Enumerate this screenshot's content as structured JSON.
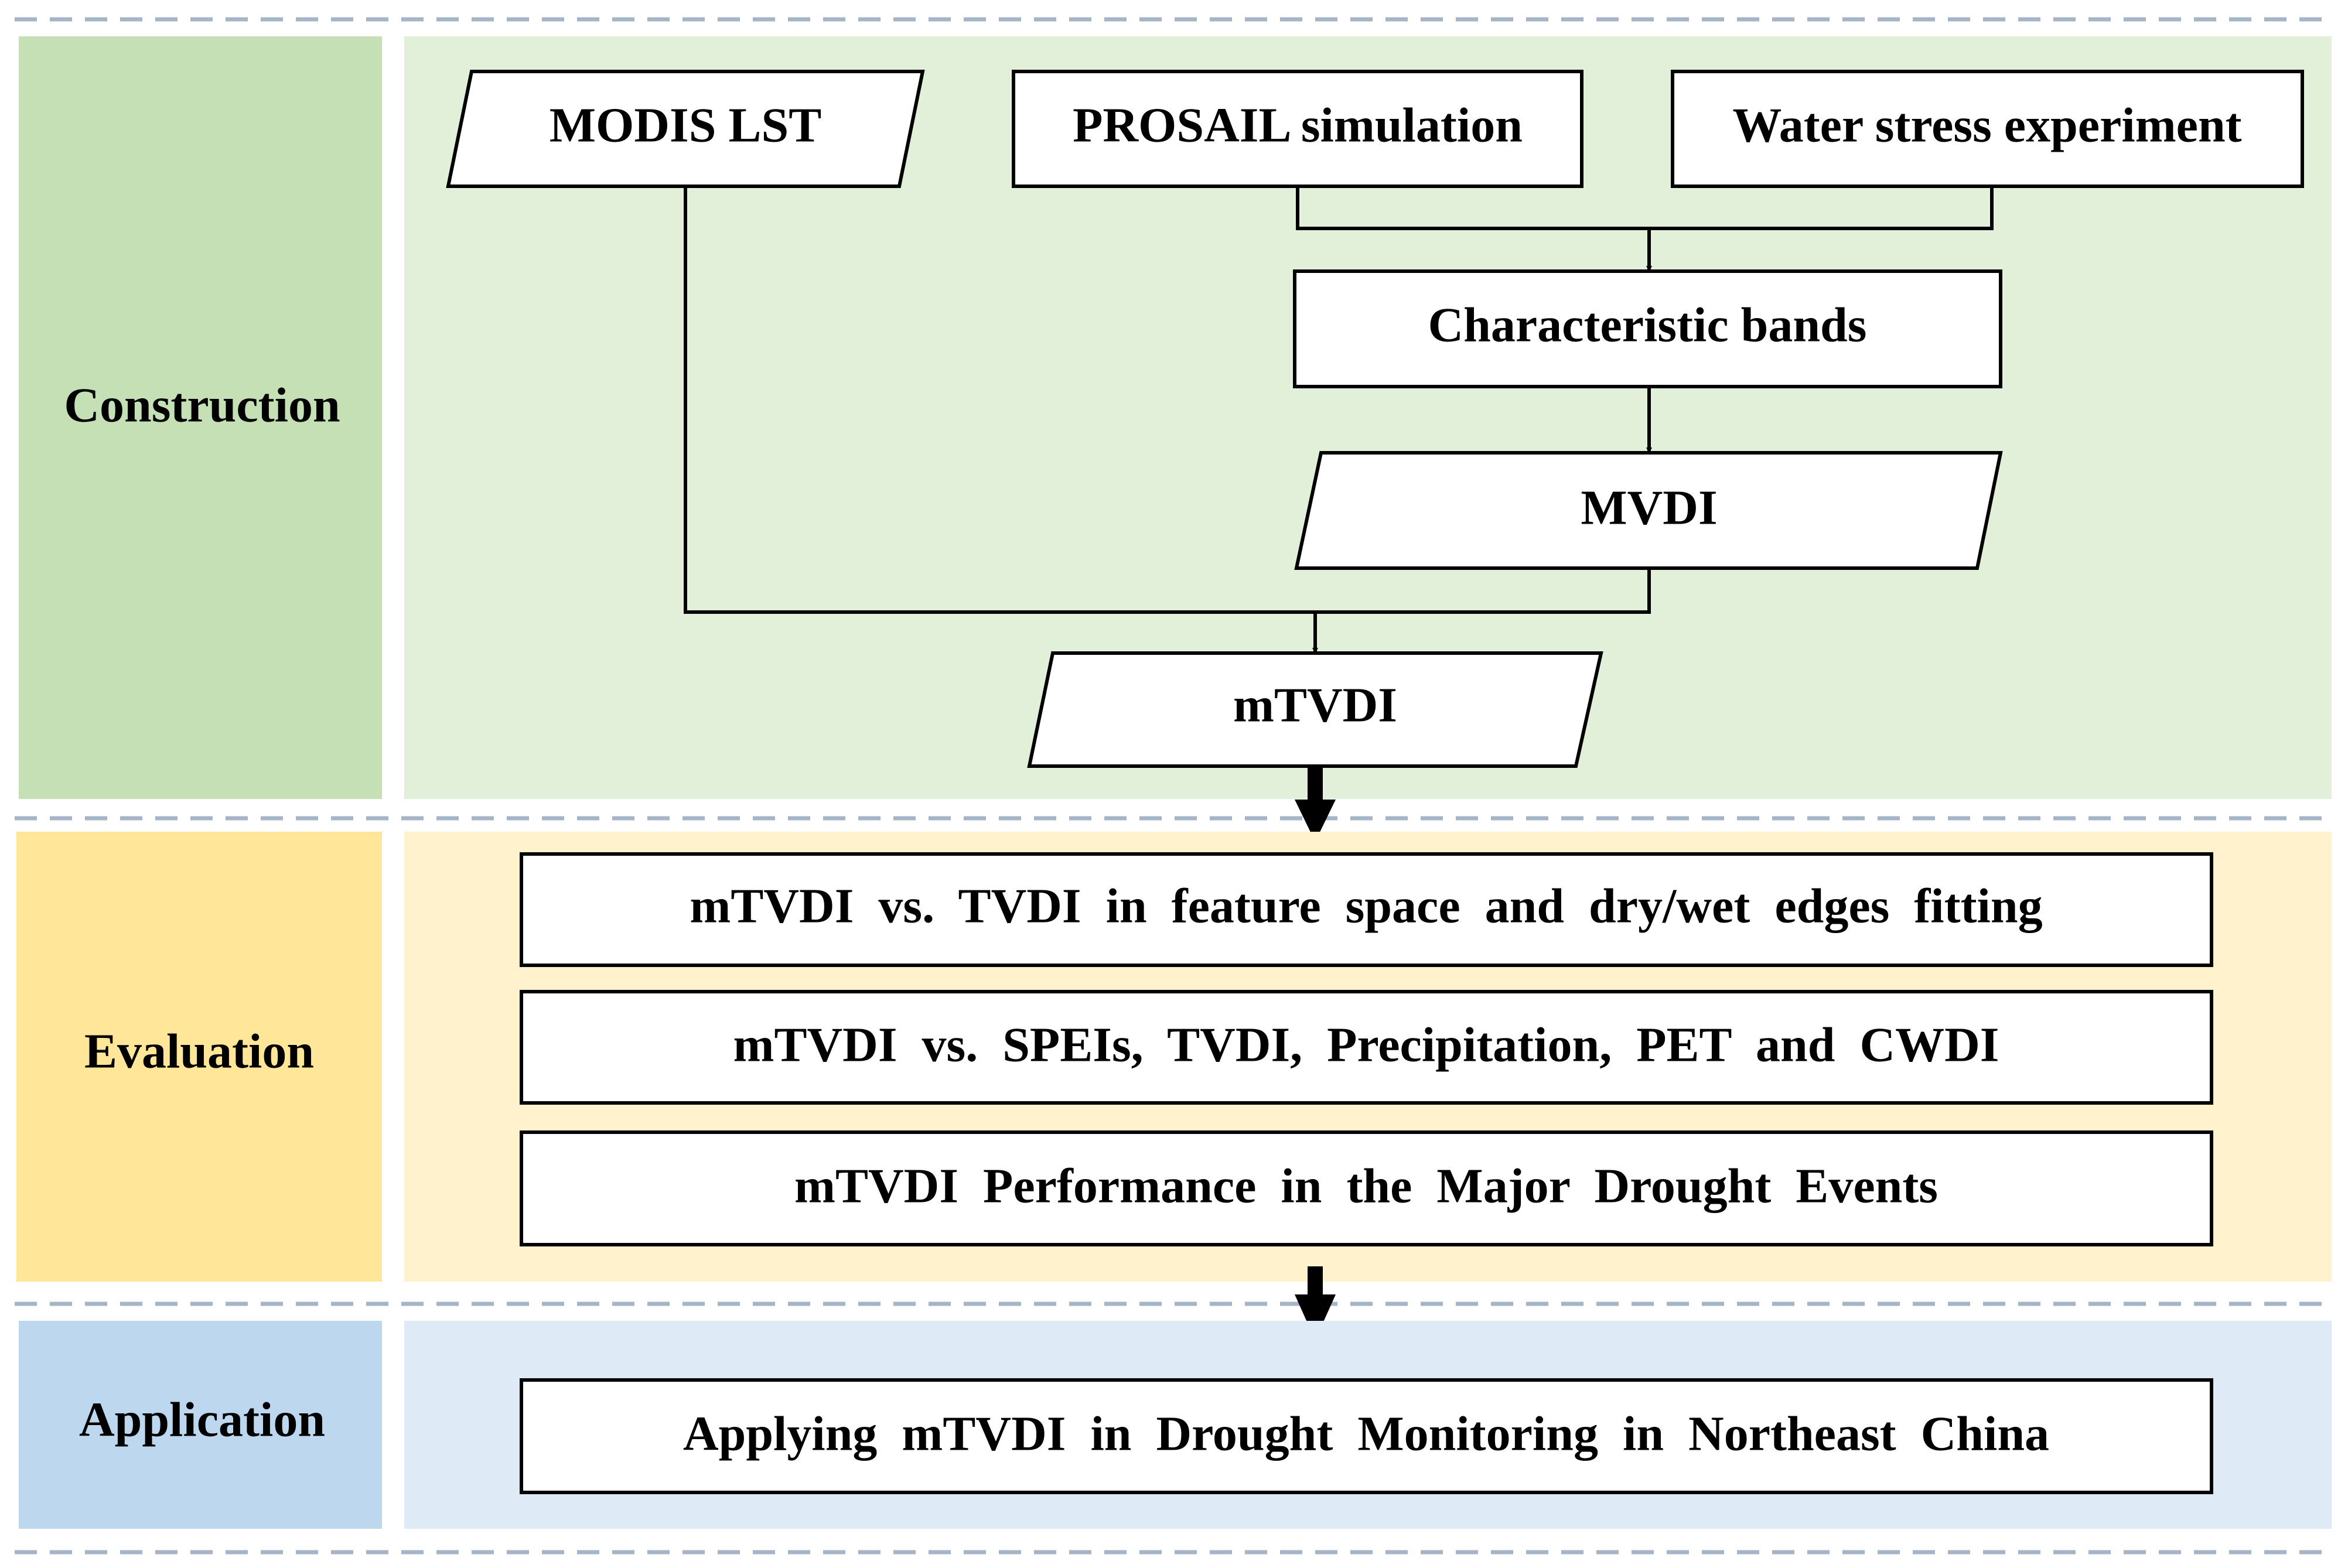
{
  "colors": {
    "construction_label_bg": "#c5e0b4",
    "construction_panel_bg": "#e2efd9",
    "evaluation_label_bg": "#ffe699",
    "evaluation_panel_bg": "#fff2cc",
    "application_label_bg": "#bdd7ee",
    "application_panel_bg": "#deebf7",
    "divider": "#a6b4c8",
    "box_stroke": "#000000",
    "box_fill": "#ffffff"
  },
  "sections": {
    "construction": "Construction",
    "evaluation": "Evaluation",
    "application": "Application"
  },
  "nodes": {
    "modis_lst": "MODIS LST",
    "prosail": "PROSAIL simulation",
    "water_stress": "Water stress experiment",
    "characteristic_bands": "Characteristic bands",
    "mvdi": "MVDI",
    "mtvdi": "mTVDI"
  },
  "evaluation_items": [
    "mTVDI  vs.  TVDI  in  feature  space  and  dry/wet  edges  fitting",
    "mTVDI  vs.  SPEIs,  TVDI,  Precipitation,  PET  and  CWDI",
    "mTVDI  Performance  in  the  Major  Drought  Events"
  ],
  "application_items": [
    "Applying  mTVDI  in  Drought  Monitoring  in  Northeast  China"
  ]
}
